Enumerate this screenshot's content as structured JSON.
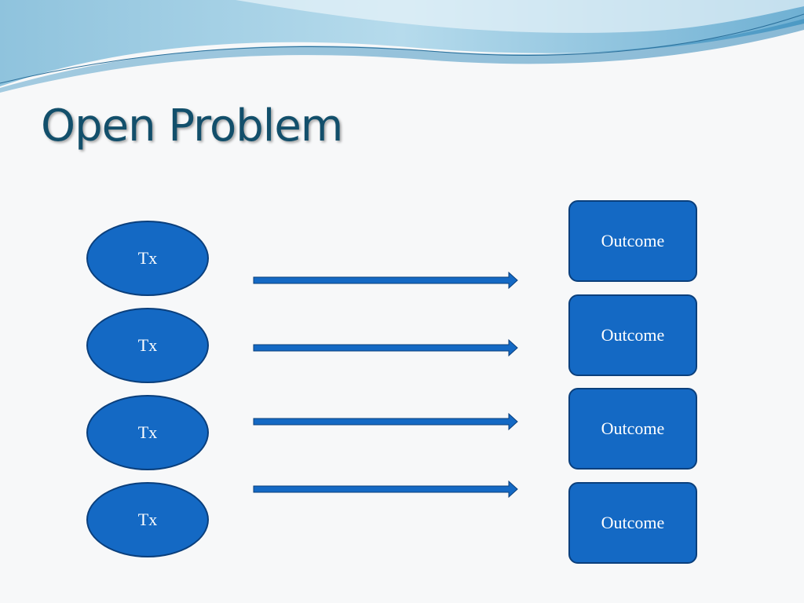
{
  "slide": {
    "title": "Open Problem"
  },
  "treatments": [
    {
      "label": "Tx"
    },
    {
      "label": "Tx"
    },
    {
      "label": "Tx"
    },
    {
      "label": "Tx"
    }
  ],
  "outcomes": [
    {
      "label": "Outcome"
    },
    {
      "label": "Outcome"
    },
    {
      "label": "Outcome"
    },
    {
      "label": "Outcome"
    }
  ],
  "colors": {
    "node_fill": "#1469c4",
    "node_border": "#0a3f7c",
    "title": "#124f6b",
    "arrow": "#1469c4"
  }
}
